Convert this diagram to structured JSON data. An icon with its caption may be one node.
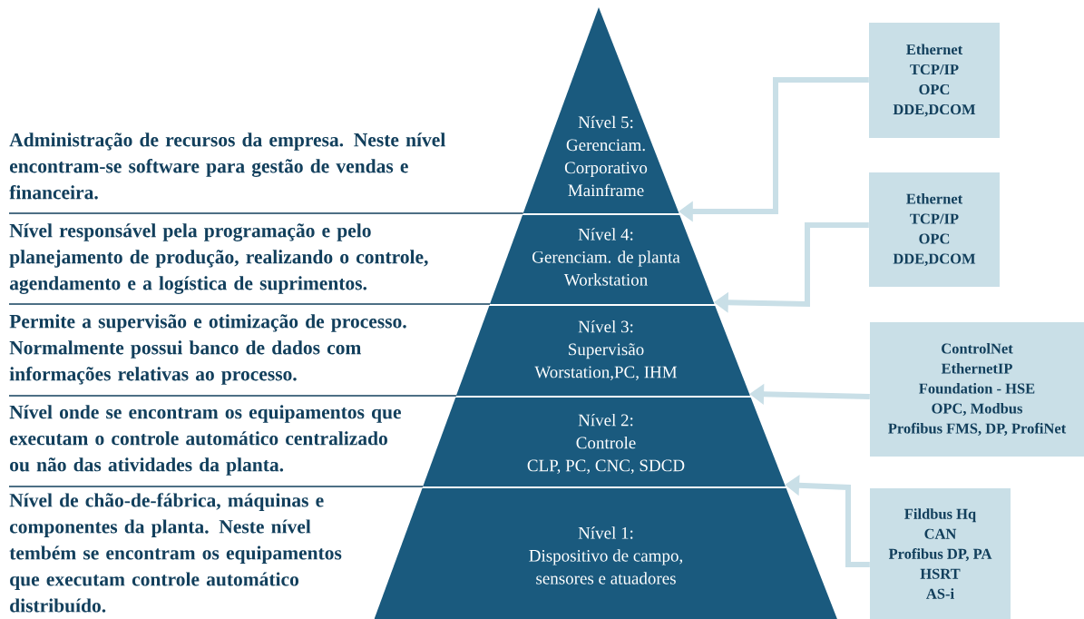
{
  "diagram": {
    "nodes": [
      {
        "text": [
          "Nível 5:",
          "Gerenciam.",
          "Corporativo",
          "Mainframe"
        ]
      },
      {
        "text": [
          "Nível 4:",
          "Gerenciam. de planta",
          "Workstation"
        ]
      },
      {
        "text": [
          "Nível 3:",
          "Supervisão",
          "Worstation,PC, IHM"
        ]
      },
      {
        "text": [
          "Nível 2:",
          "Controle",
          "CLP, PC, CNC, SDCD"
        ]
      },
      {
        "text": [
          "Nível 1:",
          "Dispositivo de campo,",
          "sensores e atuadores"
        ]
      },
      {
        "text": [
          "Ethernet",
          "TCP/IP",
          "OPC",
          "DDE,DCOM"
        ]
      },
      {
        "text": [
          "Ethernet",
          "TCP/IP",
          "OPC",
          "DDE,DCOM"
        ]
      },
      {
        "text": [
          "ControlNet",
          "EthernetIP",
          "Foundation - HSE",
          "OPC, Modbus",
          "Profibus FMS, DP, ProfiNet"
        ]
      },
      {
        "text": [
          "Fildbus Hq",
          "CAN",
          "Profibus DP, PA",
          "HSRT",
          "AS-i"
        ]
      },
      {
        "text": [
          "Administração de recursos da empresa. Neste nível encontram-se software para gestão de vendas e financeira."
        ]
      },
      {
        "text": [
          "Nível responsável pela programação e pelo planejamento de produção, realizando o controle, agendamento e a logística de suprimentos."
        ]
      },
      {
        "text": [
          "Permite a supervisão e otimização de processo. Normalmente possui banco de dados com informações relativas ao processo."
        ]
      },
      {
        "text": [
          "Nível onde se encontram os equipamentos que executam o controle automático centralizado ou não das atividades da planta."
        ]
      }
    ],
    "edges": [
      {
        "from": 5,
        "to": 0,
        "arrow": "to",
        "style": "thick",
        "color": "#c9dfe7"
      },
      {
        "from": 6,
        "to": 1,
        "arrow": "to",
        "style": "thick",
        "color": "#c9dfe7"
      },
      {
        "from": 7,
        "to": 2,
        "arrow": "to",
        "style": "thick",
        "color": "#c9dfe7"
      },
      {
        "from": 8,
        "to": 3,
        "arrow": "to",
        "style": "thick",
        "color": "#c9dfe7"
      },
      {
        "from": 9,
        "to": 0,
        "arrow": "none",
        "color": "#123f5c"
      },
      {
        "from": 10,
        "to": 1,
        "arrow": "none",
        "color": "#123f5c"
      },
      {
        "from": 11,
        "to": 2,
        "arrow": "none",
        "color": "#123f5c"
      },
      {
        "from": 12,
        "to": 3,
        "arrow": "none",
        "color": "#123f5c"
      }
    ],
    "labels": [
      "Nível de chão-de-fábrica, máquinas e componentes da planta. Neste nível tembém se encontram os equipamentos que executam controle automático distribuído."
    ]
  }
}
